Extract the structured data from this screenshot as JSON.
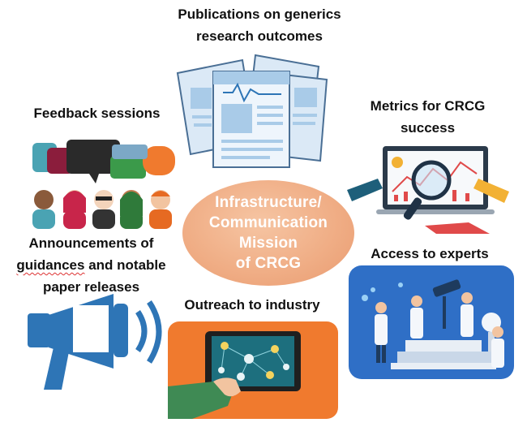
{
  "center": {
    "lines": [
      "Infrastructure/",
      "Communication",
      "Mission",
      "of CRCG"
    ],
    "color": "#f0ae86"
  },
  "items": {
    "publications": {
      "lines": [
        "Publications on generics",
        "research outcomes"
      ],
      "icon": "newspapers-icon"
    },
    "metrics": {
      "lines": [
        "Metrics for CRCG",
        "success"
      ],
      "icon": "magnifier-chart-icon"
    },
    "feedback": {
      "lines": [
        "Feedback sessions"
      ],
      "icon": "speech-bubbles-people-icon"
    },
    "announcements": {
      "lines": [
        "Announcements of",
        "guidances",
        "and notable",
        "paper releases"
      ],
      "icon": "megaphone-icon"
    },
    "experts": {
      "lines": [
        "Access to experts"
      ],
      "icon": "scientists-lab-icon"
    },
    "outreach": {
      "lines": [
        "Outreach to industry"
      ],
      "icon": "tablet-network-icon"
    }
  },
  "colors": {
    "paper_blue": "#a9cbe8",
    "megaphone_blue": "#2e75b6",
    "experts_bg": "#2f6fc6",
    "outreach_bg": "#f07a2e"
  }
}
